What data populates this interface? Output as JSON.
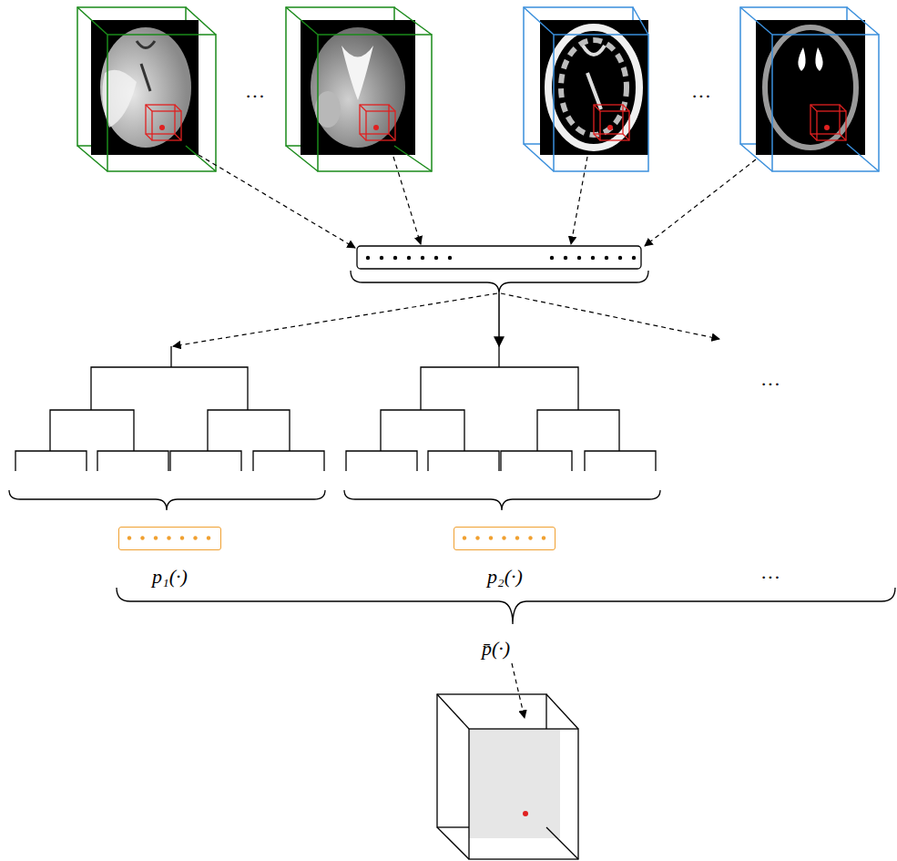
{
  "diagram": {
    "nodes": [
      {
        "text": [
          "p₁(·)"
        ]
      },
      {
        "text": [
          "p₂(·)"
        ]
      }
    ],
    "labels": [
      "···",
      "···",
      "···",
      "···",
      "p̄(·)"
    ]
  }
}
